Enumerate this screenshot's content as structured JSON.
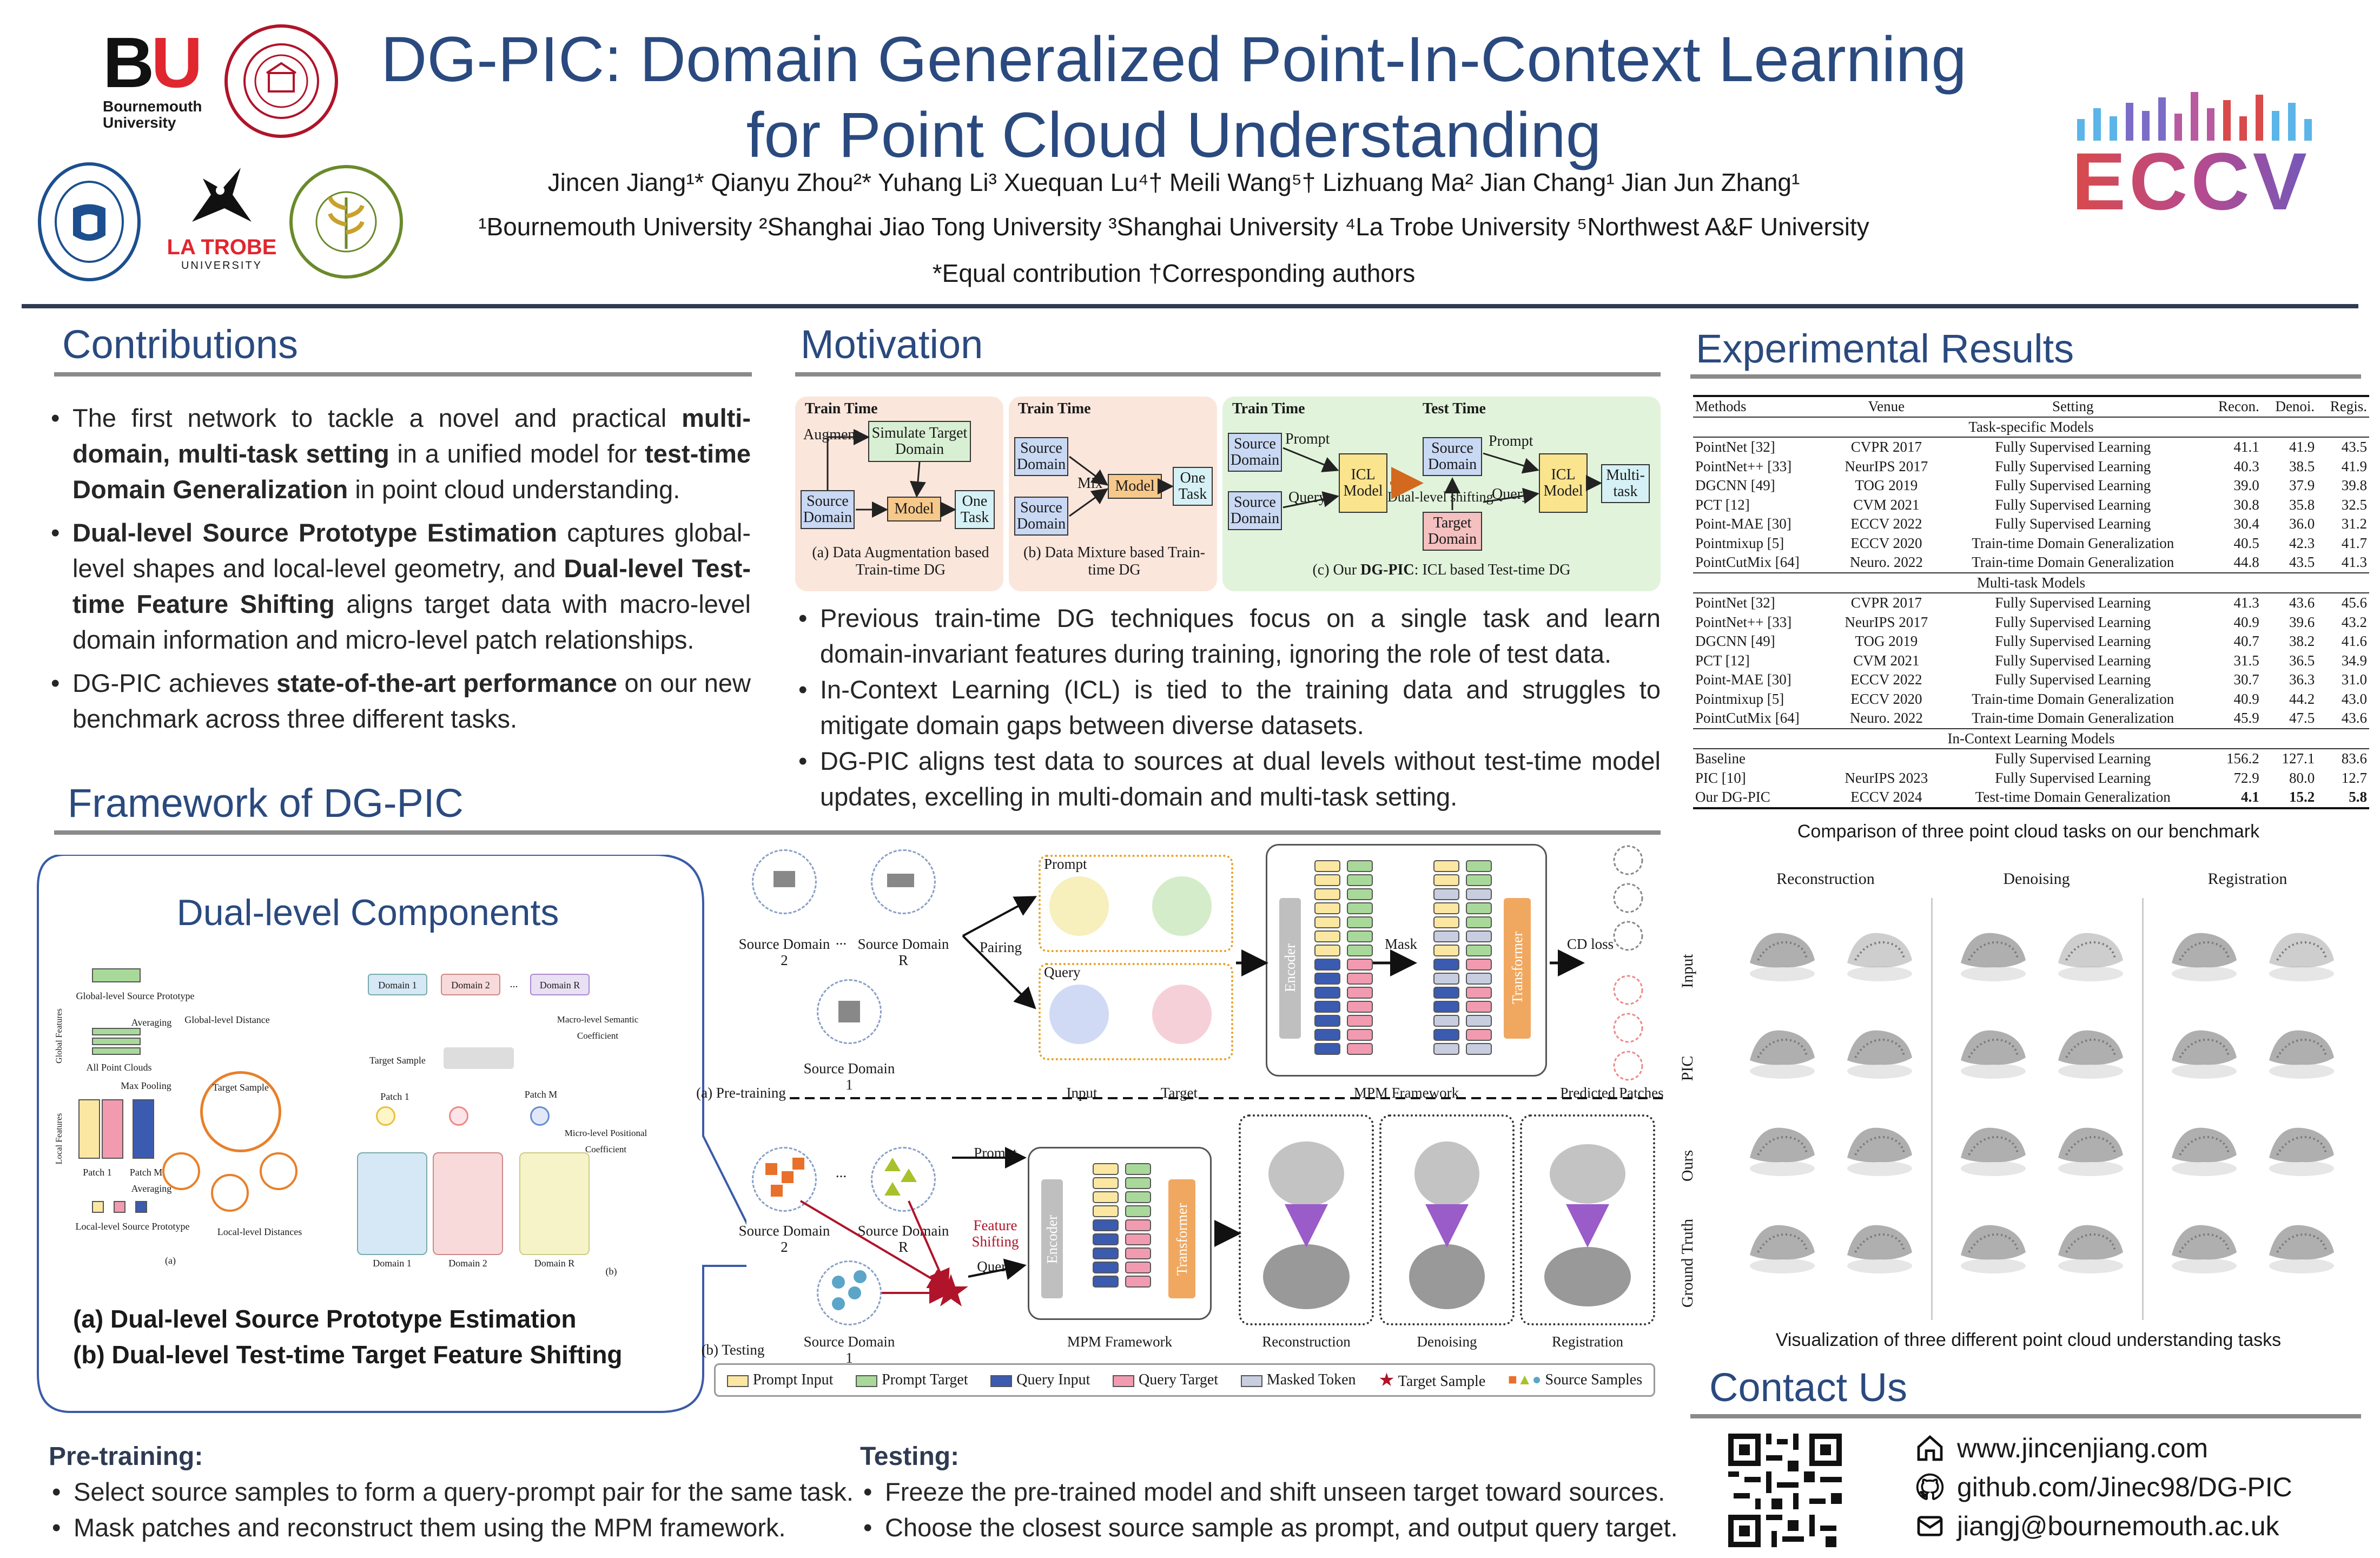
{
  "header": {
    "title_line1": "DG-PIC: Domain Generalized Point-In-Context Learning",
    "title_line2": "for Point Cloud Understanding",
    "authors": "Jincen Jiang¹* Qianyu Zhou²* Yuhang Li³ Xuequan Lu⁴† Meili Wang⁵† Lizhuang Ma² Jian Chang¹ Jian Jun Zhang¹",
    "affiliations": "¹Bournemouth University ²Shanghai Jiao Tong University ³Shanghai University ⁴La Trobe University ⁵Northwest A&F University",
    "note": "*Equal contribution †Corresponding authors"
  },
  "logos": {
    "bu_mark_b": "B",
    "bu_mark_u": "U",
    "bu_text_line1": "Bournemouth",
    "bu_text_line2": "University",
    "latrobe_name": "LA TROBE",
    "latrobe_sub": "UNIVERSITY",
    "eccv": "ECCV",
    "colors": {
      "bu_red": "#e0262f",
      "sjtu_red": "#b0142a",
      "shu_blue": "#1d4f8f",
      "nwafu_green": "#6a8a2a"
    }
  },
  "contributions": {
    "title": "Contributions",
    "bullets": [
      {
        "pre": "The first network to tackle a novel and practical ",
        "b1": "multi-domain, multi-task setting",
        "mid": " in a unified model for ",
        "b2": "test-time Domain Generalization",
        "post": " in point cloud understanding."
      },
      {
        "pre": "",
        "b1": "Dual-level Source Prototype Estimation",
        "mid": " captures global-level shapes and local-level geometry, and ",
        "b2": "Dual-level Test-time Feature Shifting",
        "post": " aligns target data with macro-level domain information and micro-level patch relationships."
      },
      {
        "pre": "DG-PIC achieves ",
        "b1": "state-of-the-art performance",
        "mid": " on our new benchmark across three different tasks.",
        "b2": "",
        "post": ""
      }
    ]
  },
  "motivation": {
    "title": "Motivation",
    "diagram": {
      "train_time": "Train Time",
      "test_time": "Test Time",
      "augment": "Augment",
      "simulate": "Simulate Target Domain",
      "source_domain": "Source Domain",
      "model": "Model",
      "one_task": "One Task",
      "mix": "Mix",
      "prompt": "Prompt",
      "query": "Query",
      "icl_model": "ICL Model",
      "dual_level_shifting": "Dual-level shifting",
      "target_domain": "Target Domain",
      "multi_task": "Multi-task",
      "caption_a": "(a) Data Augmentation based Train-time DG",
      "caption_b": "(b) Data Mixture based Train-time DG",
      "caption_c_pre": "(c) Our ",
      "caption_c_bold": "DG-PIC",
      "caption_c_post": ": ICL based Test-time DG"
    },
    "bullets": [
      "Previous train-time DG techniques focus on a single task and learn domain-invariant features during training, ignoring the role of test data.",
      "In-Context Learning (ICL) is tied to the training data and struggles to mitigate domain gaps between diverse datasets.",
      "DG-PIC aligns test data to sources at dual levels without test-time model updates, excelling in multi-domain and multi-task setting."
    ]
  },
  "framework": {
    "title": "Framework of DG-PIC",
    "dual_title": "Dual-level Components",
    "caption_a": "(a) Dual-level Source Prototype Estimation",
    "caption_b": "(b) Dual-level Test-time Target Feature Shifting",
    "labels": {
      "global_prototype": "Global-level Source Prototype",
      "global_distance": "Global-level Distance",
      "averaging": "Averaging",
      "all_point_clouds": "All Point Clouds",
      "max_pooling": "Max Pooling",
      "global_features": "Global Features",
      "local_features": "Local Features",
      "patch_1": "Patch 1",
      "patch_m": "Patch M",
      "local_prototype": "Local-level Source Prototype",
      "local_distances": "Local-level Distances",
      "target_sample": "Target Sample",
      "domain_1": "Domain 1",
      "domain_2": "Domain 2",
      "domain_r": "Domain R",
      "macro_coef": "Macro-level Semantic Coefficient",
      "micro_coef": "Micro-level Positional Coefficient",
      "sub_a": "(a)",
      "sub_b": "(b)",
      "source_domain_1": "Source Domain 1",
      "source_domain_2": "Source Domain 2",
      "source_domain_r": "Source Domain R",
      "pairing": "Pairing",
      "prompt": "Prompt",
      "query": "Query",
      "input": "Input",
      "target": "Target",
      "mpm_framework": "MPM Framework",
      "encoder": "Encoder",
      "transformer": "Transformer",
      "mask": "Mask",
      "cd_loss": "CD loss",
      "predicted_patches": "Predicted Patches",
      "pretraining": "(a) Pre-training",
      "testing": "(b) Testing",
      "feature_shifting": "Feature Shifting",
      "reconstruction": "Reconstruction",
      "denoising": "Denoising",
      "registration": "Registration",
      "ellipsis": "..."
    },
    "legend": [
      "Prompt Input",
      "Prompt Target",
      "Query Input",
      "Query Target",
      "Masked Token",
      "Target Sample",
      "Source Samples"
    ]
  },
  "pretraining": {
    "title": "Pre-training:",
    "bullets": [
      "Select source samples to form a query-prompt pair for the same task.",
      "Mask patches and reconstruct them using the MPM framework."
    ]
  },
  "testing": {
    "title": "Testing:",
    "bullets": [
      "Freeze the pre-trained model and shift unseen target toward sources.",
      "Choose the closest source sample as prompt, and output query target."
    ]
  },
  "results": {
    "title": "Experimental Results",
    "columns": [
      "Methods",
      "Venue",
      "Setting",
      "Recon.",
      "Denoi.",
      "Regis."
    ],
    "groups": [
      {
        "name": "Task-specific Models",
        "rows": [
          [
            "PointNet [32]",
            "CVPR 2017",
            "Fully Supervised Learning",
            "41.1",
            "41.9",
            "43.5"
          ],
          [
            "PointNet++ [33]",
            "NeurIPS 2017",
            "Fully Supervised Learning",
            "40.3",
            "38.5",
            "41.9"
          ],
          [
            "DGCNN [49]",
            "TOG 2019",
            "Fully Supervised Learning",
            "39.0",
            "37.9",
            "39.8"
          ],
          [
            "PCT [12]",
            "CVM 2021",
            "Fully Supervised Learning",
            "30.8",
            "35.8",
            "32.5"
          ],
          [
            "Point-MAE [30]",
            "ECCV 2022",
            "Fully Supervised Learning",
            "30.4",
            "36.0",
            "31.2"
          ],
          [
            "Pointmixup [5]",
            "ECCV 2020",
            "Train-time Domain Generalization",
            "40.5",
            "42.3",
            "41.7"
          ],
          [
            "PointCutMix [64]",
            "Neuro. 2022",
            "Train-time Domain Generalization",
            "44.8",
            "43.5",
            "41.3"
          ]
        ]
      },
      {
        "name": "Multi-task Models",
        "rows": [
          [
            "PointNet [32]",
            "CVPR 2017",
            "Fully Supervised Learning",
            "41.3",
            "43.6",
            "45.6"
          ],
          [
            "PointNet++ [33]",
            "NeurIPS 2017",
            "Fully Supervised Learning",
            "40.9",
            "39.6",
            "43.2"
          ],
          [
            "DGCNN [49]",
            "TOG 2019",
            "Fully Supervised Learning",
            "40.7",
            "38.2",
            "41.6"
          ],
          [
            "PCT [12]",
            "CVM 2021",
            "Fully Supervised Learning",
            "31.5",
            "36.5",
            "34.9"
          ],
          [
            "Point-MAE [30]",
            "ECCV 2022",
            "Fully Supervised Learning",
            "30.7",
            "36.3",
            "31.0"
          ],
          [
            "Pointmixup [5]",
            "ECCV 2020",
            "Train-time Domain Generalization",
            "40.9",
            "44.2",
            "43.0"
          ],
          [
            "PointCutMix [64]",
            "Neuro. 2022",
            "Train-time Domain Generalization",
            "45.9",
            "47.5",
            "43.6"
          ]
        ]
      },
      {
        "name": "In-Context Learning Models",
        "rows": [
          [
            "Baseline",
            "",
            "Fully Supervised Learning",
            "156.2",
            "127.1",
            "83.6"
          ],
          [
            "PIC [10]",
            "NeurIPS 2023",
            "Fully Supervised Learning",
            "72.9",
            "80.0",
            "12.7"
          ],
          [
            "Our DG-PIC",
            "ECCV 2024",
            "Test-time Domain Generalization",
            "4.1",
            "15.2",
            "5.8"
          ]
        ]
      }
    ],
    "table_caption": "Comparison of three point cloud tasks on our benchmark",
    "viz_columns": [
      "Reconstruction",
      "Denoising",
      "Registration"
    ],
    "viz_rows": [
      "Input",
      "PIC",
      "Ours",
      "Ground Truth"
    ],
    "viz_caption": "Visualization of three different point cloud understanding tasks"
  },
  "contact": {
    "title": "Contact Us",
    "website": "www.jincenjiang.com",
    "github": "github.com/Jinec98/DG-PIC",
    "email": "jiangj@bournemouth.ac.uk",
    "icons": [
      "home-icon",
      "github-icon",
      "mail-icon"
    ]
  }
}
